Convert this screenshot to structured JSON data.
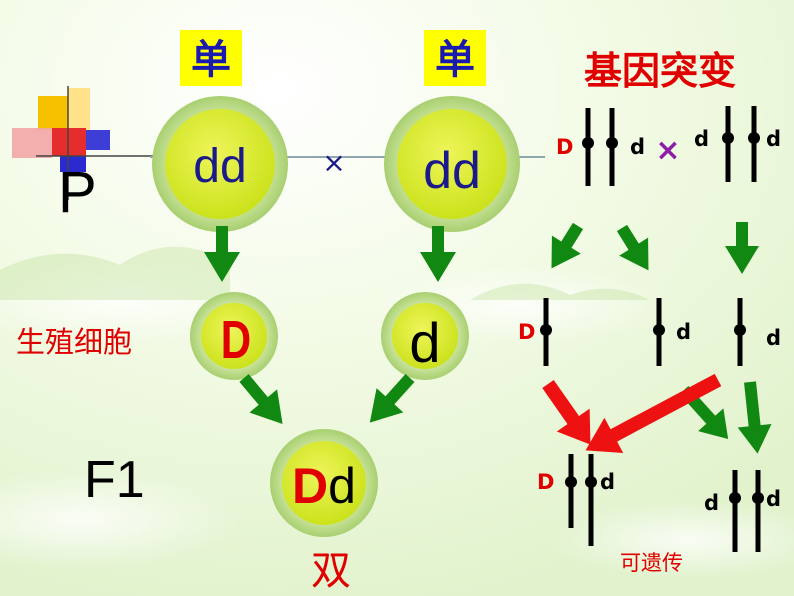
{
  "colors": {
    "dom": "#e00000",
    "rec": "#111111",
    "title": "#e00000",
    "badge_text": "#1a1ab0",
    "cross": "#8b1fa8",
    "arrow_green": "#118811",
    "arrow_red": "#ee1111"
  },
  "parent": {
    "row_label": "P",
    "badge_left": "单",
    "badge_right": "单",
    "left_genotype": "dd",
    "right_genotype": "dd",
    "cross_symbol": "×"
  },
  "gametes": {
    "row_label": "生殖细胞",
    "left_allele": "D",
    "right_allele": "d"
  },
  "f1": {
    "row_label": "F1",
    "allele_dom": "D",
    "allele_rec": "d",
    "trait": "双"
  },
  "mutation": {
    "title": "基因突变",
    "cross_symbol": "×",
    "parent_left": {
      "left_allele": "D",
      "right_allele": "d"
    },
    "parent_right": {
      "left_allele": "d",
      "right_allele": "d"
    },
    "gametes": [
      "D",
      "d",
      "d"
    ],
    "offspring_left": {
      "left_allele": "D",
      "right_allele": "d"
    },
    "offspring_right": {
      "left_allele": "d",
      "right_allele": "d"
    },
    "caption": "可遗传"
  }
}
